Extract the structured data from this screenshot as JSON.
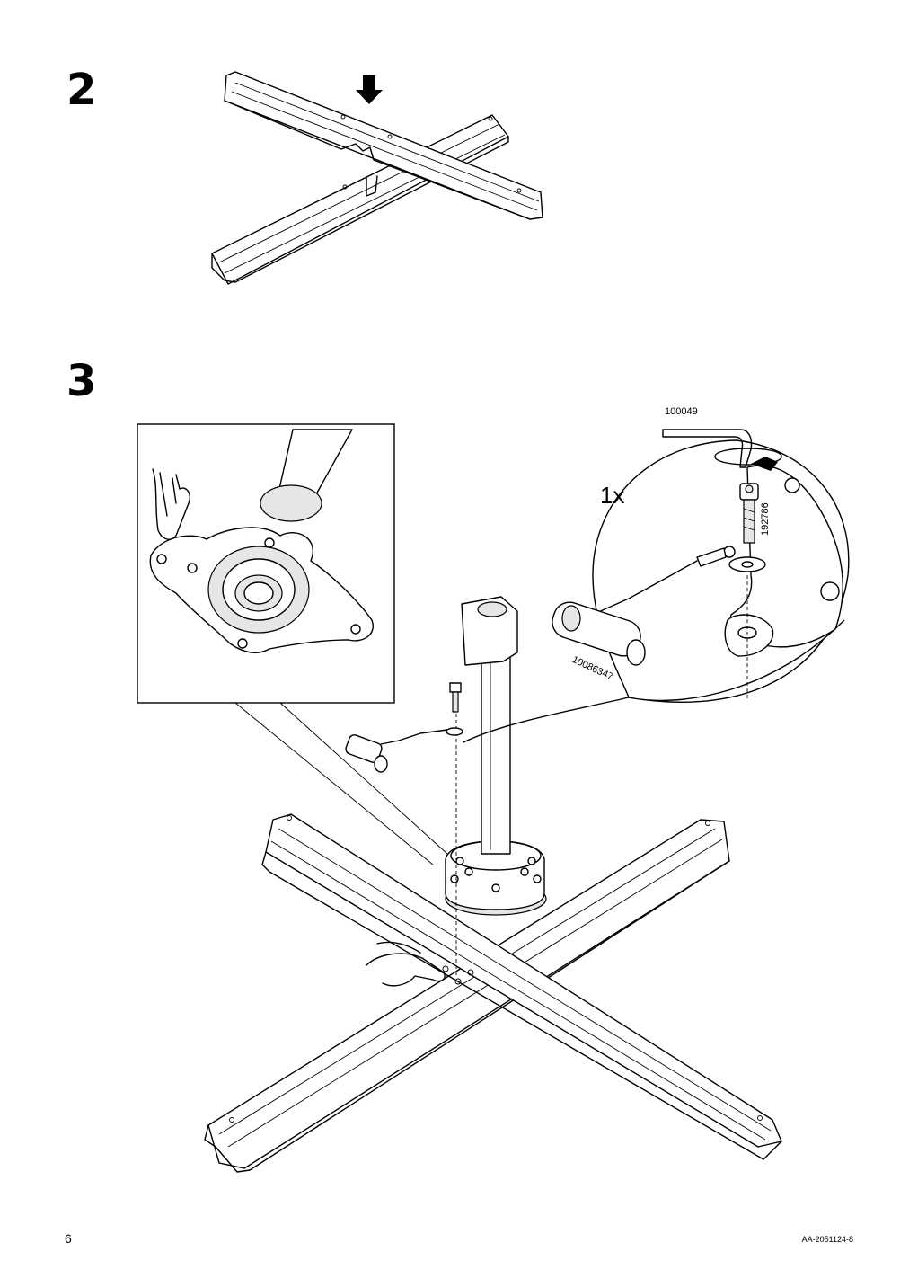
{
  "page": {
    "page_number": "6",
    "document_code": "AA-2051124-8"
  },
  "steps": [
    {
      "number": "2"
    },
    {
      "number": "3"
    }
  ],
  "callout": {
    "quantity": "1x",
    "parts": {
      "hex_key": "100049",
      "bolt": "192786",
      "connector": "10086347"
    }
  }
}
